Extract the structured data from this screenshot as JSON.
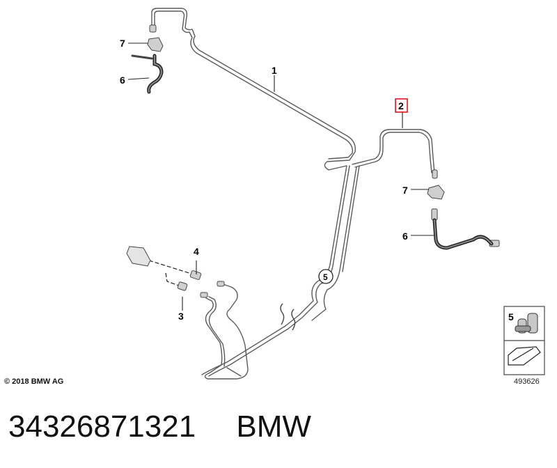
{
  "diagram": {
    "callouts": {
      "c1": "1",
      "c2": "2",
      "c3": "3",
      "c4": "4",
      "c5": "5",
      "c5_inset": "5",
      "c6_left": "6",
      "c6_right": "6",
      "c7_left": "7",
      "c7_right": "7"
    },
    "highlighted_callout": "2",
    "highlight_color": "#e0141e",
    "line_color": "#555555",
    "copyright": "© 2018 BMW AG",
    "diagram_id": "493626"
  },
  "footer": {
    "part_number": "34326871321",
    "brand": "BMW"
  }
}
